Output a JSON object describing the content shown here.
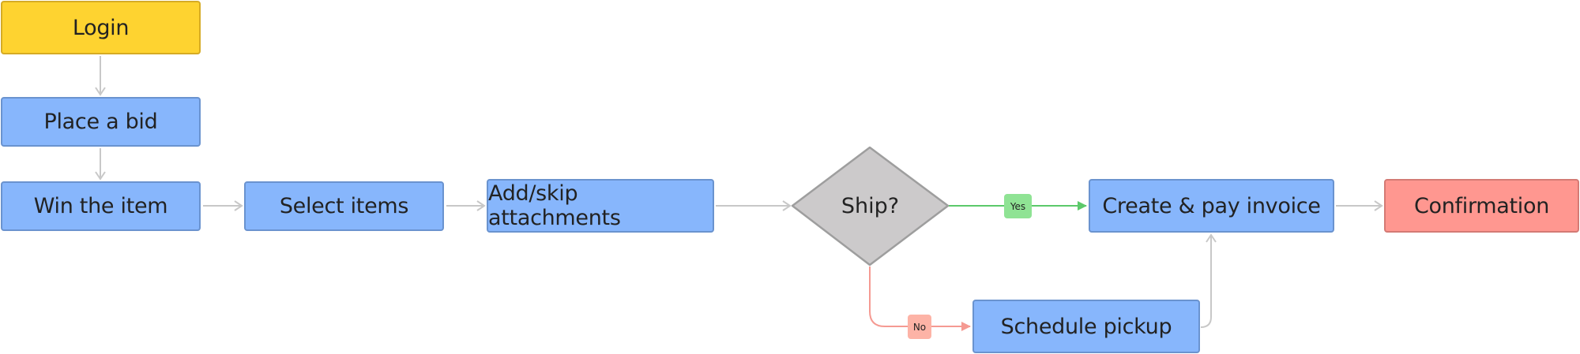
{
  "diagram": {
    "type": "flowchart",
    "nodes": {
      "login": "Login",
      "place_bid": "Place a bid",
      "win_item": "Win the item",
      "select_items": "Select items",
      "attachments": "Add/skip attachments",
      "ship": "Ship?",
      "invoice": "Create & pay invoice",
      "confirmation": "Confirmation",
      "pickup": "Schedule pickup"
    },
    "edge_labels": {
      "yes": "Yes",
      "no": "No"
    },
    "edges": [
      {
        "from": "login",
        "to": "place_bid"
      },
      {
        "from": "place_bid",
        "to": "win_item"
      },
      {
        "from": "win_item",
        "to": "select_items"
      },
      {
        "from": "select_items",
        "to": "attachments"
      },
      {
        "from": "attachments",
        "to": "ship"
      },
      {
        "from": "ship",
        "to": "invoice",
        "label": "Yes"
      },
      {
        "from": "ship",
        "to": "pickup",
        "label": "No"
      },
      {
        "from": "pickup",
        "to": "invoice"
      },
      {
        "from": "invoice",
        "to": "confirmation"
      }
    ],
    "colors": {
      "start": "#fed330",
      "process": "#87b6fc",
      "decision": "#cccacb",
      "end": "#ff9790",
      "yes": "#5cc96a",
      "no": "#f59a92",
      "connector": "#c8c8c8"
    }
  }
}
